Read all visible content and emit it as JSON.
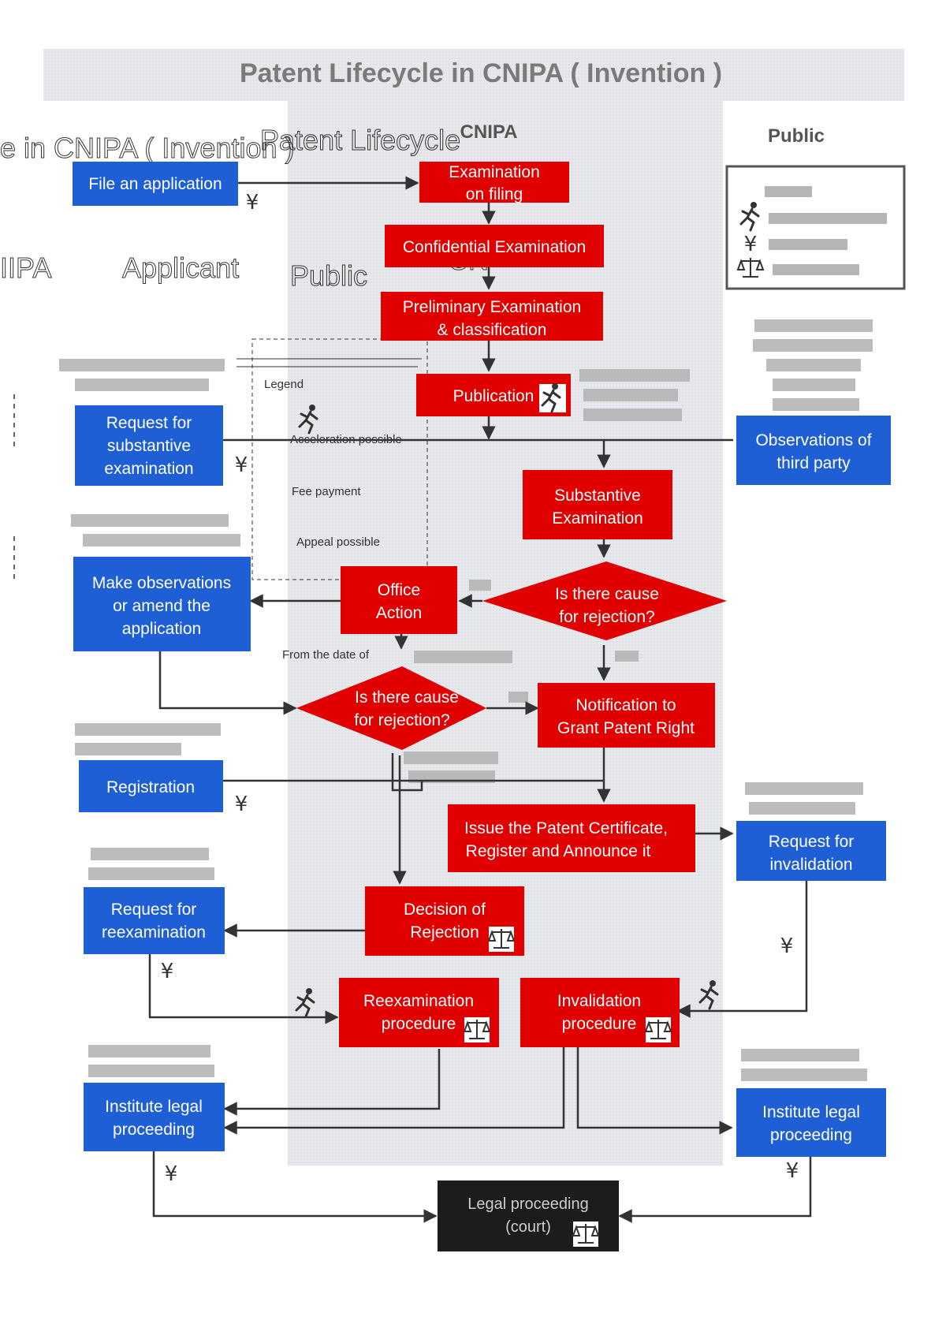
{
  "title": "Patent Lifecycle in CNIPA ( Invention )",
  "columns": {
    "cnipa": "CNIPA",
    "applicant": "Applicant",
    "public": "Public"
  },
  "overlay": {
    "left_ghost": "e in CNIPA ( Invention )",
    "right_ghost": "Patent Lifecycle",
    "left_labels": [
      "IIPA",
      "Applicant",
      "Public",
      "CN"
    ],
    "legend_title": "Legend",
    "legend_items": {
      "acceleration": "Acceleration possible",
      "fee": "Fee payment",
      "appeal": "Appeal possible"
    },
    "from_date": "From the date of"
  },
  "boxes": {
    "file_application": "File an application",
    "examination_on_filing": [
      "Examination",
      "on filing"
    ],
    "confidential": "Confidential Examination",
    "preliminary": [
      "Preliminary Examination",
      "& classification"
    ],
    "publication": "Publication",
    "request_substantive": [
      "Request for",
      "substantive",
      "examination"
    ],
    "observations_third": [
      "Observations of",
      "third party"
    ],
    "substantive": [
      "Substantive",
      "Examination"
    ],
    "rejection_cause_1": [
      "Is there cause",
      "for rejection?"
    ],
    "office_action": [
      "Office",
      "Action"
    ],
    "make_observations": [
      "Make observations",
      "or amend the",
      "application"
    ],
    "rejection_cause_2": [
      "Is there cause",
      "for rejection?"
    ],
    "notification_grant": [
      "Notification to",
      "Grant Patent Right"
    ],
    "registration": "Registration",
    "issue_certificate": [
      "Issue the Patent Certificate,",
      "Register and Announce it"
    ],
    "request_invalidation": [
      "Request for",
      "invalidation"
    ],
    "request_reexamination": [
      "Request for",
      "reexamination"
    ],
    "decision_rejection": [
      "Decision of",
      "Rejection"
    ],
    "reexamination_proc": [
      "Reexamination",
      "procedure"
    ],
    "invalidation_proc": [
      "Invalidation",
      "procedure"
    ],
    "legal_left": [
      "Institute legal",
      "proceeding"
    ],
    "legal_right": [
      "Institute legal",
      "proceeding"
    ],
    "court": [
      "Legal proceeding",
      "(court)"
    ]
  },
  "icons": {
    "fee": "yen-icon",
    "acceleration": "running-person-icon",
    "appeal": "scales-icon"
  },
  "colors": {
    "red": "#e00000",
    "blue": "#1f5fd6",
    "dark": "#1c1c1c",
    "panel": "#dfe3e8",
    "header": "#e3e3e3"
  }
}
